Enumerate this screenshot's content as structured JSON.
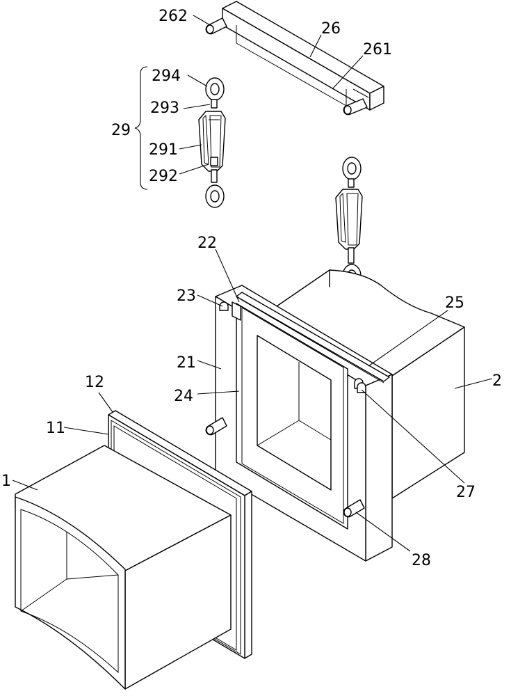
{
  "labels": {
    "l262": "262",
    "l26": "26",
    "l261": "261",
    "l294": "294",
    "l293": "293",
    "l29": "29",
    "l291": "291",
    "l292": "292",
    "l22": "22",
    "l23": "23",
    "l25": "25",
    "l21": "21",
    "l12": "12",
    "l2": "2",
    "l24": "24",
    "l11": "11",
    "l1": "1",
    "l27": "27",
    "l28": "28"
  }
}
